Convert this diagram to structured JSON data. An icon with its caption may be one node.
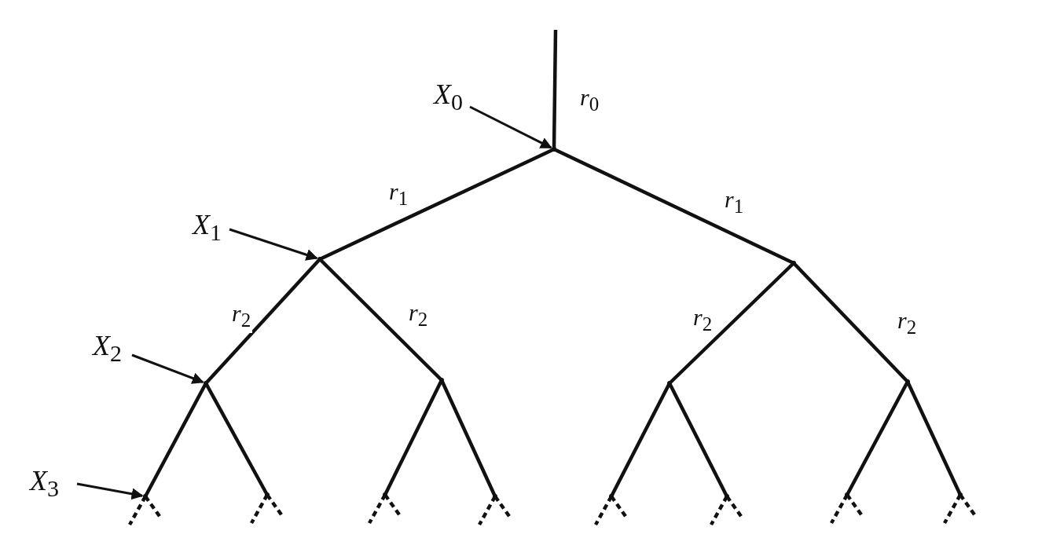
{
  "diagram": {
    "nodes": [
      {
        "text": [
          "*X*$_{0}$"
        ]
      },
      {
        "text": [],
        "shape": "point"
      },
      {
        "text": [
          "*X*$_{1}$"
        ]
      },
      {
        "text": [],
        "shape": "point"
      },
      {
        "text": [],
        "shape": "point"
      },
      {
        "text": [
          "*X*$_{2}$"
        ]
      },
      {
        "text": [],
        "shape": "point"
      },
      {
        "text": [],
        "shape": "point"
      },
      {
        "text": [],
        "shape": "point"
      },
      {
        "text": [],
        "shape": "point"
      },
      {
        "text": [
          "*X*$_{3}$"
        ]
      },
      {
        "text": [],
        "shape": "point"
      },
      {
        "text": [],
        "shape": "point"
      },
      {
        "text": [],
        "shape": "point"
      },
      {
        "text": [],
        "shape": "point"
      },
      {
        "text": [],
        "shape": "point"
      },
      {
        "text": [],
        "shape": "point"
      },
      {
        "text": [],
        "shape": "point"
      },
      {
        "text": [],
        "shape": "point"
      }
    ],
    "edges": [
      {
        "from": null,
        "to": 1,
        "arrow": "none",
        "label": "*r*$_{0}$"
      },
      {
        "from": 1,
        "to": 3,
        "arrow": "none",
        "label": "*r*$_{1}$"
      },
      {
        "from": 1,
        "to": 4,
        "arrow": "none",
        "label": "*r*$_{1}$"
      },
      {
        "from": 3,
        "to": 6,
        "arrow": "none",
        "label": "*r*$_{2}$"
      },
      {
        "from": 3,
        "to": 7,
        "arrow": "none",
        "label": "*r*$_{2}$"
      },
      {
        "from": 4,
        "to": 8,
        "arrow": "none",
        "label": "*r*$_{2}$"
      },
      {
        "from": 4,
        "to": 9,
        "arrow": "none",
        "label": "*r*$_{2}$"
      },
      {
        "from": 6,
        "to": 11,
        "arrow": "none"
      },
      {
        "from": 6,
        "to": 12,
        "arrow": "none"
      },
      {
        "from": 7,
        "to": 13,
        "arrow": "none"
      },
      {
        "from": 7,
        "to": 14,
        "arrow": "none"
      },
      {
        "from": 8,
        "to": 15,
        "arrow": "none"
      },
      {
        "from": 8,
        "to": 16,
        "arrow": "none"
      },
      {
        "from": 9,
        "to": 17,
        "arrow": "none"
      },
      {
        "from": 9,
        "to": 18,
        "arrow": "none"
      },
      {
        "from": 0,
        "to": 1,
        "arrow": "to"
      },
      {
        "from": 2,
        "to": 3,
        "arrow": "to"
      },
      {
        "from": 5,
        "to": 6,
        "arrow": "to"
      },
      {
        "from": 10,
        "to": 11,
        "arrow": "to"
      },
      {
        "from": 11,
        "to": null,
        "arrow": "none",
        "style": "dashed"
      },
      {
        "from": 11,
        "to": null,
        "arrow": "none",
        "style": "dashed"
      },
      {
        "from": 12,
        "to": null,
        "arrow": "none",
        "style": "dashed"
      },
      {
        "from": 12,
        "to": null,
        "arrow": "none",
        "style": "dashed"
      },
      {
        "from": 13,
        "to": null,
        "arrow": "none",
        "style": "dashed"
      },
      {
        "from": 13,
        "to": null,
        "arrow": "none",
        "style": "dashed"
      },
      {
        "from": 14,
        "to": null,
        "arrow": "none",
        "style": "dashed"
      },
      {
        "from": 14,
        "to": null,
        "arrow": "none",
        "style": "dashed"
      },
      {
        "from": 15,
        "to": null,
        "arrow": "none",
        "style": "dashed"
      },
      {
        "from": 15,
        "to": null,
        "arrow": "none",
        "style": "dashed"
      },
      {
        "from": 16,
        "to": null,
        "arrow": "none",
        "style": "dashed"
      },
      {
        "from": 16,
        "to": null,
        "arrow": "none",
        "style": "dashed"
      },
      {
        "from": 17,
        "to": null,
        "arrow": "none",
        "style": "dashed"
      },
      {
        "from": 17,
        "to": null,
        "arrow": "none",
        "style": "dashed"
      },
      {
        "from": 18,
        "to": null,
        "arrow": "none",
        "style": "dashed"
      },
      {
        "from": 18,
        "to": null,
        "arrow": "none",
        "style": "dashed"
      }
    ]
  }
}
